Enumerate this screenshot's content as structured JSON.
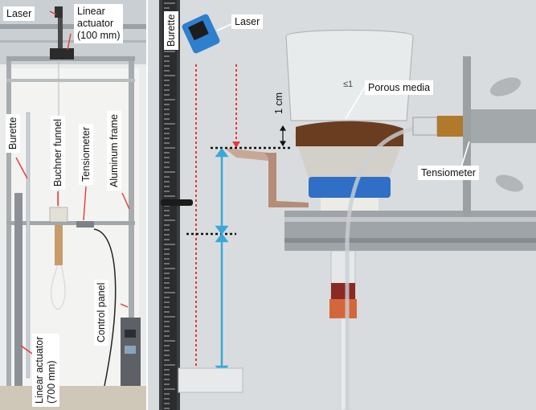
{
  "left_panel": {
    "labels": {
      "laser": "Laser",
      "linear_actuator_100": [
        "Linear",
        "actuator",
        "(100 mm)"
      ],
      "burette": "Burette",
      "buchner_funnel": "Buchner funnel",
      "tensiometer": "Tensiometer",
      "aluminum_frame": "Aluminum frame",
      "control_panel": "Control panel",
      "linear_actuator_700": [
        "Linear actuator",
        "(700 mm)"
      ]
    }
  },
  "right_panel": {
    "labels": {
      "burette": "Burette",
      "laser": "Laser",
      "porous_media": "Porous media",
      "scale": "1 cm",
      "tensiometer": "Tensiometer"
    },
    "beaker_mark": "≤1"
  },
  "colors": {
    "measure_arrow": "#3aa7d8",
    "laser_beam": "#e53935",
    "laser_housing": "#2f7fcf",
    "porous_media": "#6b3d20"
  }
}
